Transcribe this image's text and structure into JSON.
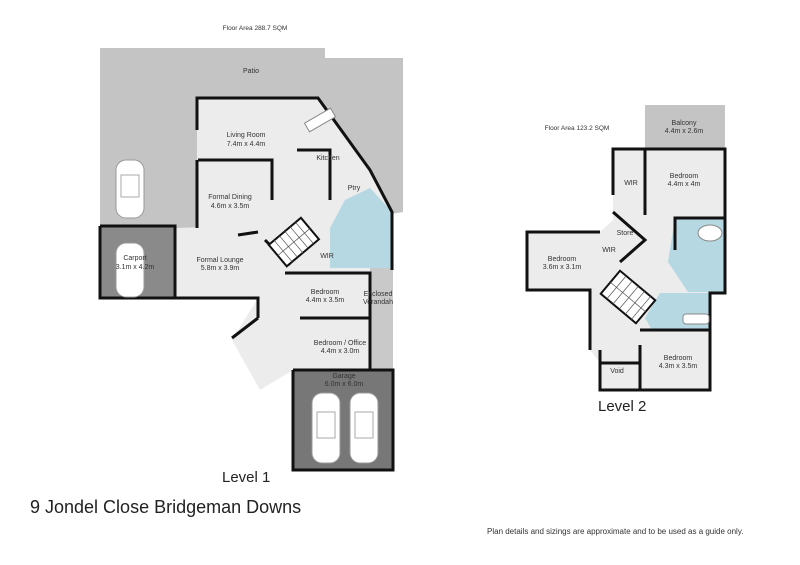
{
  "title": "9 Jondel Close Bridgeman Downs",
  "disclaimer": "Plan details and sizings are approximate and to be used as a guide only.",
  "colors": {
    "room": "#ececec",
    "outdoor": "#c4c4c4",
    "garage": "#777777",
    "wet": "#b5d8e2",
    "wall": "#111111"
  },
  "level1": {
    "name": "Level 1",
    "floor_area": "Floor Area 288.7 SQM",
    "rooms": {
      "patio": "Patio",
      "living": [
        "Living Room",
        "7.4m x 4.4m"
      ],
      "kitchen": "Kitchen",
      "pantry": "Ptry",
      "dining": [
        "Formal Dining",
        "4.6m x 3.5m"
      ],
      "carport": [
        "Carport",
        "3.1m x 4.2m"
      ],
      "lounge": [
        "Formal Lounge",
        "5.8m x 3.9m"
      ],
      "wir": "WIR",
      "bedroom": [
        "Bedroom",
        "4.4m x 3.5m"
      ],
      "verandah": [
        "Enclosed",
        "Verandah"
      ],
      "office": [
        "Bedroom / Office",
        "4.4m x 3.0m"
      ],
      "garage": [
        "Garage",
        "6.0m x 6.0m"
      ]
    }
  },
  "level2": {
    "name": "Level 2",
    "floor_area": "Floor Area 123.2 SQM",
    "rooms": {
      "balcony": [
        "Balcony",
        "4.4m x 2.6m"
      ],
      "wir1": "WIR",
      "master": [
        "Bedroom",
        "4.4m x 4m"
      ],
      "store": "Store",
      "bed2": [
        "Bedroom",
        "3.6m x 3.1m"
      ],
      "wir2": "WIR",
      "bed3": [
        "Bedroom",
        "4.3m x 3.5m"
      ],
      "void": "Void"
    }
  }
}
